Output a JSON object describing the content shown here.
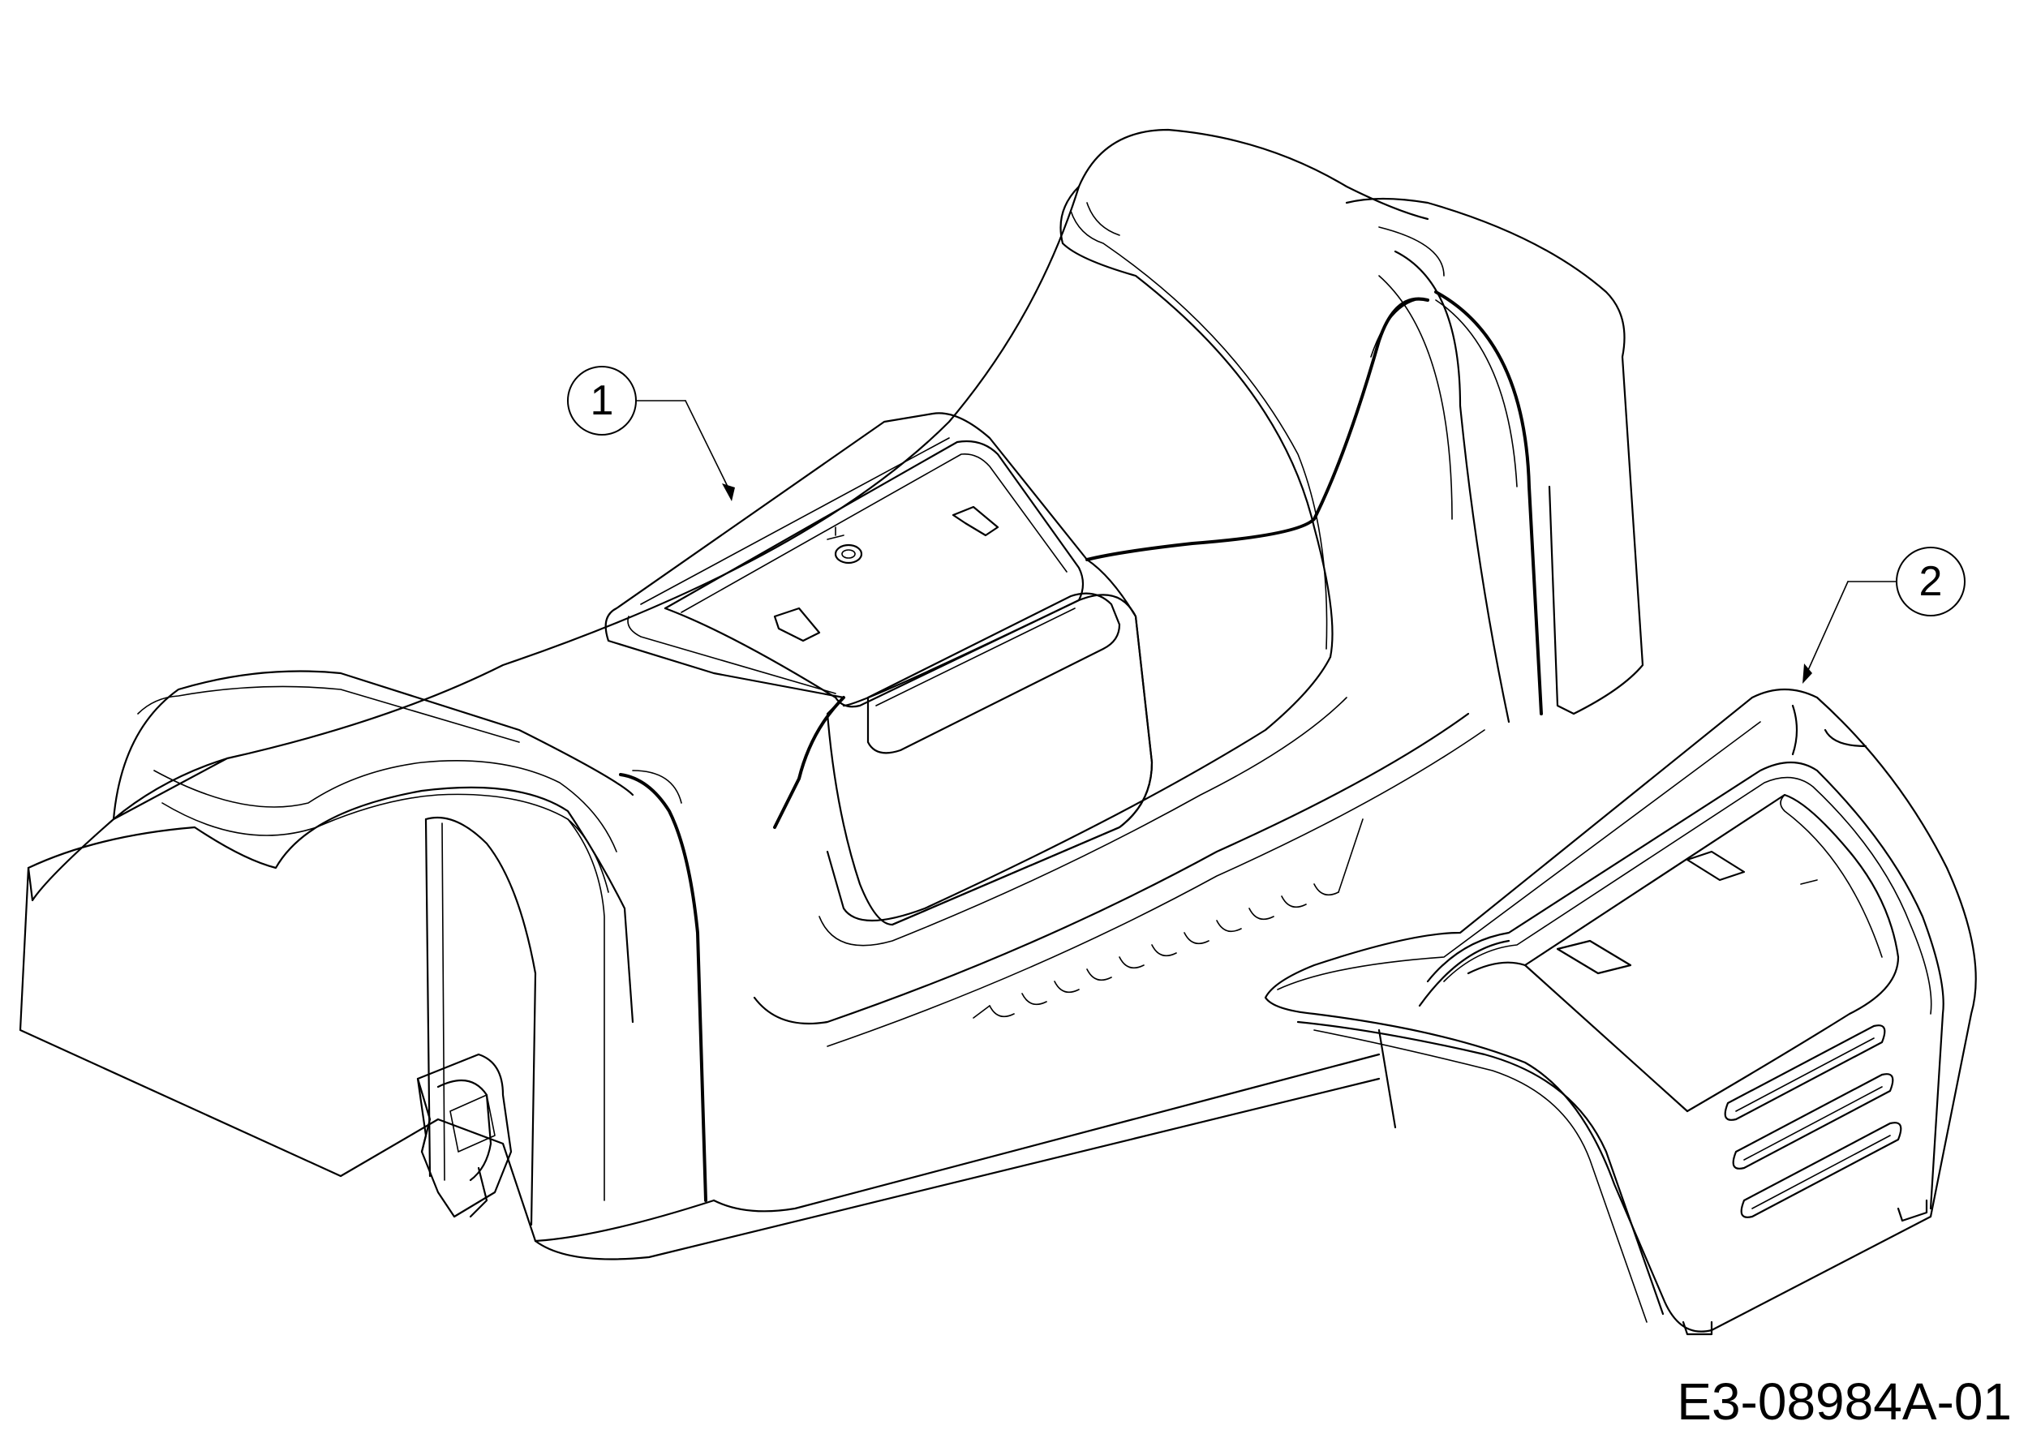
{
  "callouts": [
    {
      "id": "1",
      "label": "1"
    },
    {
      "id": "2",
      "label": "2"
    }
  ],
  "drawing_code": "E3-08984A-01"
}
